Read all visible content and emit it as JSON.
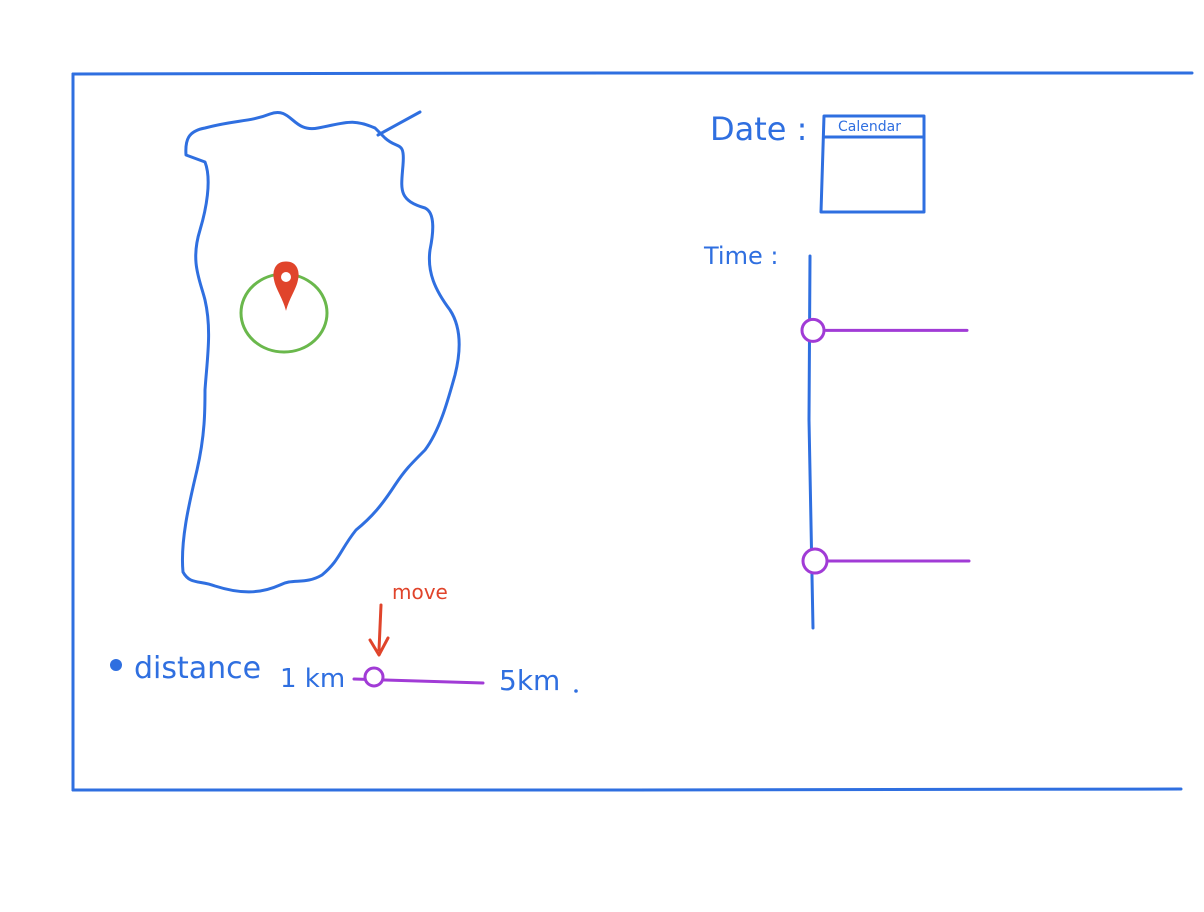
{
  "map": {
    "pin_icon": "location-pin-icon"
  },
  "distance": {
    "label": "distance",
    "min_label": "1 km",
    "max_label": "5km",
    "value_fraction": 0.0,
    "annotation": "move"
  },
  "date": {
    "label": "Date :",
    "calendar_label": "Calendar"
  },
  "time": {
    "label": "Time :",
    "start_handle_fraction": 0.2,
    "end_handle_fraction": 0.82
  },
  "colors": {
    "frame": "#2f6fe0",
    "slider": "#a13bd6",
    "radius": "#6ab84c",
    "pin": "#e0442b"
  }
}
